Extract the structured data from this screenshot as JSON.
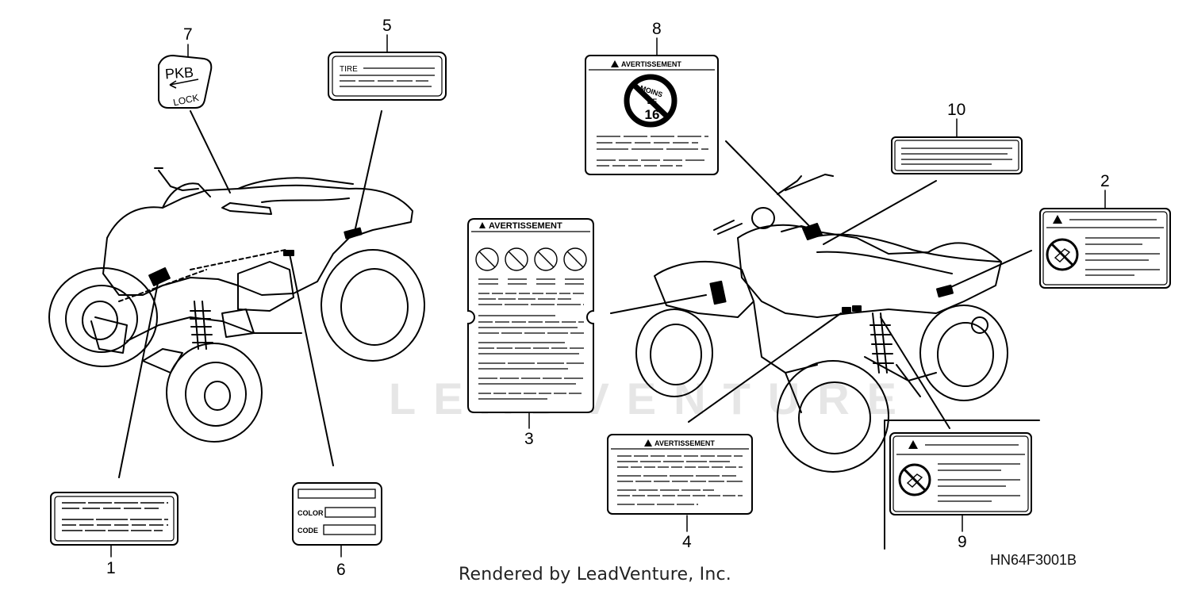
{
  "callouts": {
    "c1": "1",
    "c2": "2",
    "c3": "3",
    "c4": "4",
    "c5": "5",
    "c6": "6",
    "c7": "7",
    "c8": "8",
    "c9": "9",
    "c10": "10"
  },
  "labels": {
    "parking_top": "PKB",
    "parking_bottom": "LOCK",
    "tire": "TIRE",
    "warning_title": "AVERTISSEMENT",
    "age_line1": "MOINS",
    "age_line2": "DE",
    "age_line3": "16",
    "color": "COLOR",
    "code": "CODE"
  },
  "watermark": "LEADVENTURE",
  "diagram_code": "HN64F3001B",
  "footer": "Rendered by LeadVenture, Inc."
}
